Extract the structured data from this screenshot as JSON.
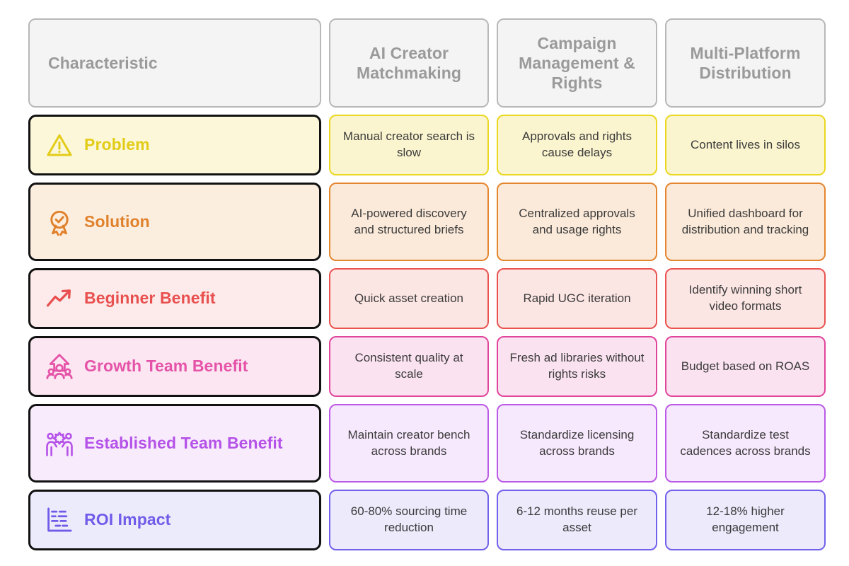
{
  "matrix": {
    "columns": [
      {
        "label": "Characteristic"
      },
      {
        "label": "AI Creator Matchmaking"
      },
      {
        "label": "Campaign Management & Rights"
      },
      {
        "label": "Multi-Platform Distribution"
      }
    ],
    "rows": [
      {
        "label": "Problem",
        "icon": "warning-triangle-icon",
        "accent": "#e3cc18",
        "cell_bg": "#fbf5cf",
        "cell_border": "#ead71f",
        "label_bg": "#fcf7d9",
        "cells": [
          "Manual creator search is slow",
          "Approvals and rights cause delays",
          "Content lives in silos"
        ]
      },
      {
        "label": "Solution",
        "icon": "award-check-icon",
        "accent": "#e0812c",
        "cell_bg": "#fbead9",
        "cell_border": "#e4862f",
        "label_bg": "#fceedf",
        "cells": [
          "AI-powered discovery and structured briefs",
          "Centralized approvals and usage rights",
          "Unified dashboard for distribution and tracking"
        ]
      },
      {
        "label": "Beginner Benefit",
        "icon": "trending-up-arrow-icon",
        "accent": "#e8504f",
        "cell_bg": "#fce6e4",
        "cell_border": "#ea5350",
        "label_bg": "#fdeaea",
        "cells": [
          "Quick asset creation",
          "Rapid UGC iteration",
          "Identify winning short video formats"
        ]
      },
      {
        "label": "Growth Team Benefit",
        "icon": "people-growth-arrow-icon",
        "accent": "#e553a8",
        "cell_bg": "#fbe2f0",
        "cell_border": "#e0459c",
        "label_bg": "#fce6f2",
        "cells": [
          "Consistent quality at scale",
          "Fresh ad libraries without rights risks",
          "Budget based on ROAS"
        ]
      },
      {
        "label": "Established Team Benefit",
        "icon": "team-gear-icon",
        "accent": "#b552e8",
        "cell_bg": "#f7e9fd",
        "cell_border": "#bb5ae6",
        "label_bg": "#f8ecfc",
        "cells": [
          "Maintain creator bench across brands",
          "Standardize licensing across brands",
          "Standardize test cadences across brands"
        ]
      },
      {
        "label": "ROI Impact",
        "icon": "bar-chart-icon",
        "accent": "#6f5ce8",
        "cell_bg": "#eceafb",
        "cell_border": "#7162ec",
        "label_bg": "#ecebfc",
        "cells": [
          "60-80% sourcing time reduction",
          "6-12 months reuse per asset",
          "12-18% higher engagement"
        ]
      }
    ],
    "header_style": {
      "bg": "#f4f4f4",
      "border": "#b8b8b8",
      "text": "#9a9a9a"
    }
  }
}
